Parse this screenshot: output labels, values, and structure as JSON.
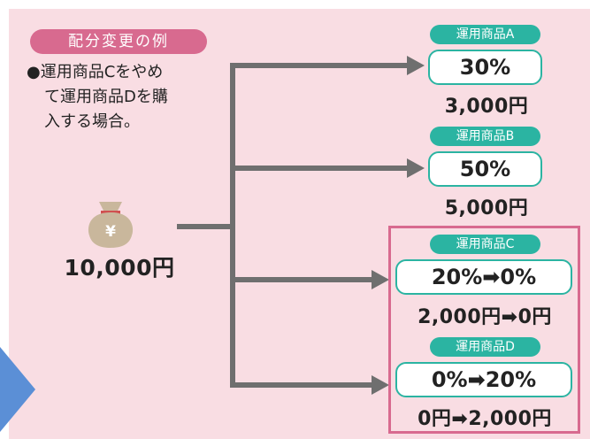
{
  "title_pill": "配分変更の例",
  "description": {
    "line1": "●運用商品Cをやめ",
    "line2": "て運用商品Dを購",
    "line3": "入する場合。"
  },
  "total": {
    "icon_symbol": "¥",
    "amount": "10,000円"
  },
  "products": [
    {
      "tag": "運用商品A",
      "percent": "30%",
      "amount": "3,000円"
    },
    {
      "tag": "運用商品B",
      "percent": "50%",
      "amount": "5,000円"
    },
    {
      "tag": "運用商品C",
      "percent": "20%➡0%",
      "amount": "2,000円➡0円"
    },
    {
      "tag": "運用商品D",
      "percent": "0%➡20%",
      "amount": "0円➡2,000円"
    }
  ],
  "colors": {
    "background": "#f9dde3",
    "accent_pink": "#d86a8f",
    "accent_teal": "#2bb4a2",
    "line_gray": "#6f6f6f"
  }
}
